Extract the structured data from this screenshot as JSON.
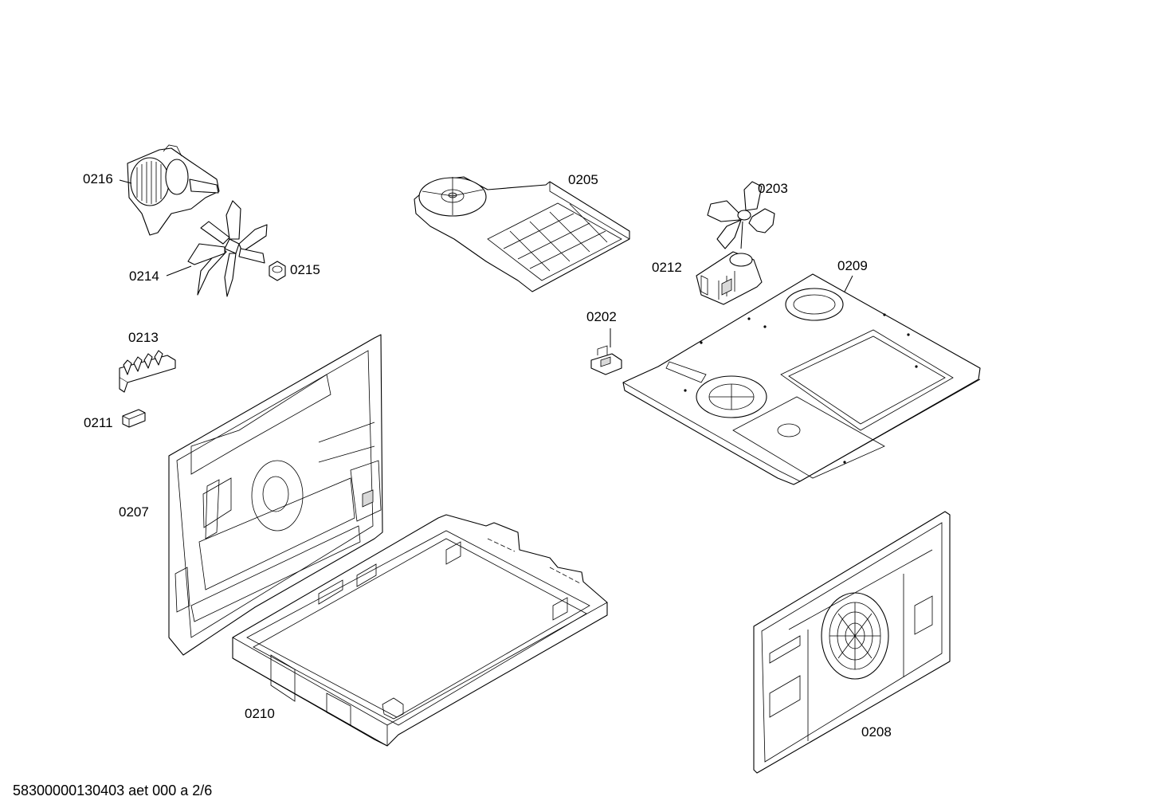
{
  "parts": {
    "p0216": "0216",
    "p0214": "0214",
    "p0215": "0215",
    "p0213": "0213",
    "p0211": "0211",
    "p0207": "0207",
    "p0210": "0210",
    "p0205": "0205",
    "p0203": "0203",
    "p0212": "0212",
    "p0209": "0209",
    "p0202": "0202",
    "p0208": "0208"
  },
  "footer": "58300000130403 aet 000 a 2/6"
}
